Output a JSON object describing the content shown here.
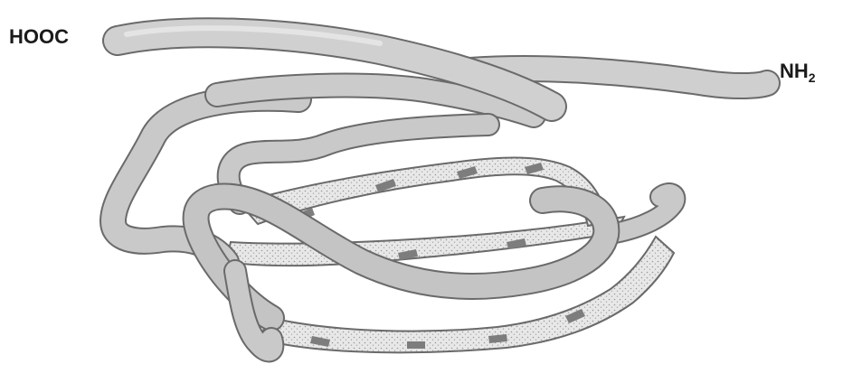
{
  "labels": {
    "c_terminus": "HOOC",
    "n_terminus_base": "NH",
    "n_terminus_subscript": "2"
  },
  "colors": {
    "tube_fill": "#c9c9c9",
    "tube_outline": "#6a6a6a",
    "ribbon_fill": "#e6e6e6",
    "arrow_fill": "#7d7d7d",
    "label_text": "#1a1a1a"
  }
}
